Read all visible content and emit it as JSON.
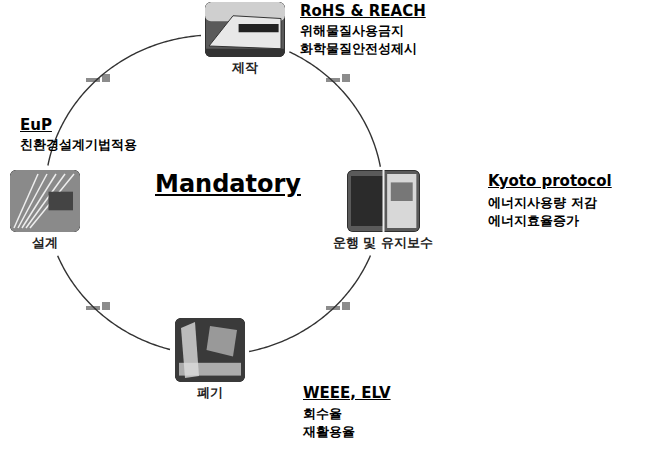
{
  "diagram": {
    "nodes": [
      {
        "text": [
          "제작"
        ]
      },
      {
        "text": [
          "운행 및 유지보수"
        ]
      },
      {
        "text": [
          "폐기"
        ]
      },
      {
        "text": [
          "설계"
        ]
      }
    ],
    "edges": [
      {
        "from": 3,
        "to": 0,
        "arrow": "none"
      },
      {
        "from": 0,
        "to": 1,
        "arrow": "none"
      },
      {
        "from": 1,
        "to": 2,
        "arrow": "none"
      },
      {
        "from": 2,
        "to": 3,
        "arrow": "none"
      }
    ],
    "labels": [
      "Mandatory",
      "RoHS & REACH",
      "위해물질사용금지",
      "화학물질안전성제시",
      "Kyoto protocol",
      "에너지사용량 저감",
      "에너지효율증가",
      "WEEE, ELV",
      "회수율",
      "재활용율",
      "EuP",
      "친환경설계기법적용"
    ]
  }
}
